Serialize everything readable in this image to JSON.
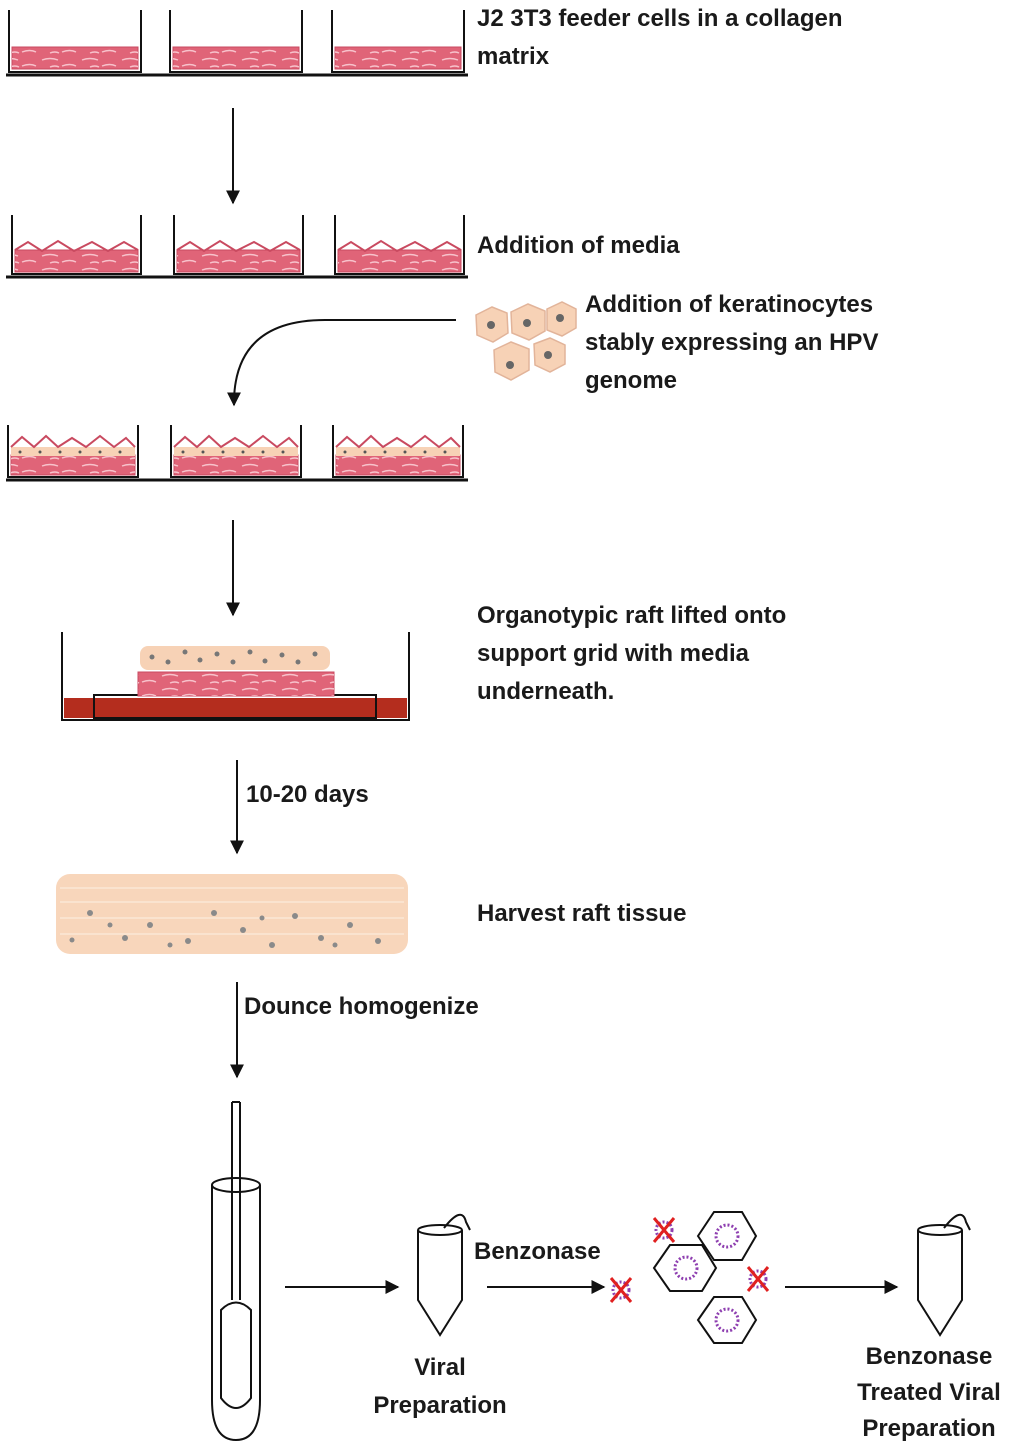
{
  "steps": {
    "feeder": {
      "line1": "J2 3T3 feeder cells in a collagen",
      "line2": "matrix"
    },
    "media": {
      "text": "Addition of media"
    },
    "keratinocytes": {
      "line1": "Addition of keratinocytes",
      "line2": "stably expressing an HPV",
      "line3": "genome"
    },
    "raft_lift": {
      "line1": "Organotypic raft lifted onto",
      "line2": "support grid with media",
      "line3": "underneath."
    },
    "incubation": {
      "text": "10-20 days"
    },
    "harvest": {
      "text": "Harvest raft tissue"
    },
    "dounce": {
      "text": "Dounce homogenize"
    },
    "benzonase_step": {
      "text": "Benzonase"
    },
    "viral_prep": {
      "line1": "Viral",
      "line2": "Preparation"
    },
    "treated_prep": {
      "line1": "Benzonase",
      "line2": "Treated Viral",
      "line3": "Preparation"
    }
  },
  "colors": {
    "collagen": "#e06478",
    "collagen_dark": "#c94a60",
    "keratinocyte": "#f7d2b6",
    "media_red": "#b42d1e",
    "tissue": "#f8d6bb",
    "virus": "#8e3fb0",
    "cross": "#e02020",
    "line": "#111111"
  },
  "icons": [
    "culture-well-icon",
    "keratinocyte-cell-icon",
    "raft-tissue-icon",
    "dounce-homogenizer-icon",
    "microcentrifuge-tube-icon",
    "virion-icon",
    "degraded-dna-icon"
  ]
}
